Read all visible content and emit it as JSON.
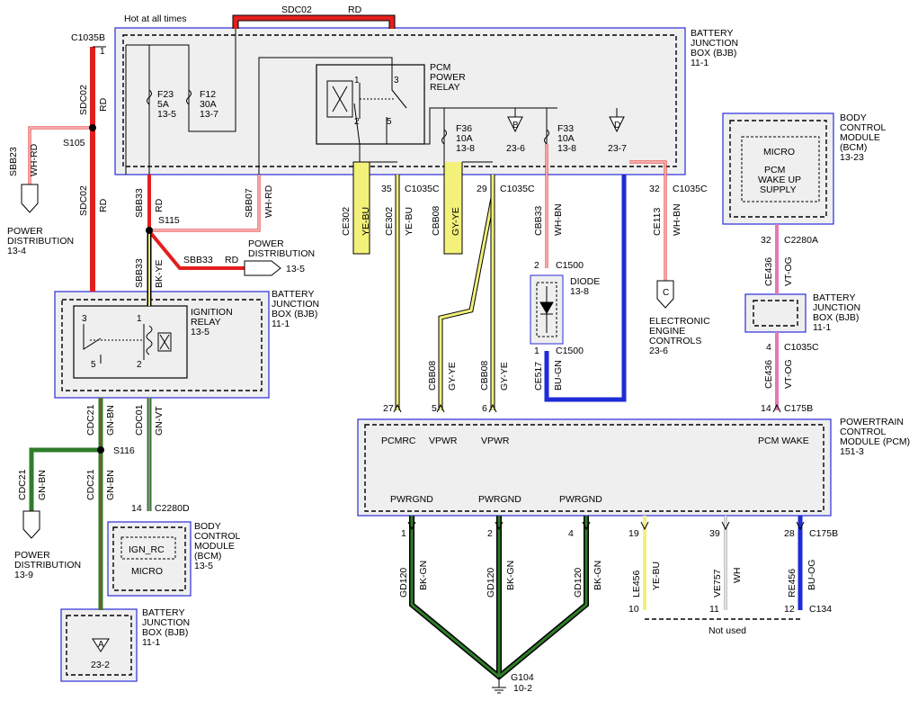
{
  "top": {
    "hot_at_all_times": "Hot at all times",
    "sdc02_top_code": "SDC02",
    "sdc02_top_color": "RD"
  },
  "bjb_main": {
    "name": [
      "BATTERY",
      "JUNCTION",
      "BOX (BJB)",
      "11-1"
    ],
    "connector": "C1035B",
    "pin": "1",
    "f23": [
      "F23",
      "5A",
      "13-5"
    ],
    "f12": [
      "F12",
      "30A",
      "13-7"
    ],
    "pcm_relay": [
      "PCM",
      "POWER",
      "RELAY"
    ],
    "relay_pins": [
      "1",
      "3",
      "2",
      "5"
    ],
    "f36": [
      "F36",
      "10A",
      "13-8"
    ],
    "f33": [
      "F33",
      "10A",
      "13-8"
    ],
    "ref_b": [
      "B",
      "23-6"
    ],
    "ref_d": [
      "D",
      "23-7"
    ],
    "c35": [
      "35",
      "C1035C"
    ],
    "c29": [
      "29",
      "C1035C"
    ],
    "c32": [
      "32",
      "C1035C"
    ]
  },
  "left_wires": {
    "sdc02_a": [
      "SDC02",
      "RD"
    ],
    "sdc02_b": [
      "SDC02",
      "RD"
    ],
    "s105": "S105",
    "sbb23": [
      "SBB23",
      "WH-RD"
    ],
    "pd_13_4": [
      "POWER",
      "DISTRIBUTION",
      "13-4"
    ],
    "sbb33_a": [
      "SBB33",
      "RD"
    ],
    "sbb07": [
      "SBB07",
      "WH-RD"
    ],
    "s115": "S115",
    "sbb33_b": [
      "SBB33",
      "BK-YE"
    ],
    "sbb33_c": [
      "SBB33",
      "RD"
    ],
    "pd_13_5": [
      "POWER",
      "DISTRIBUTION",
      "13-5"
    ]
  },
  "ign_box": {
    "name": [
      "BATTERY",
      "JUNCTION",
      "BOX (BJB)",
      "11-1"
    ],
    "relay": [
      "IGNITION",
      "RELAY",
      "13-5"
    ],
    "pins": [
      "3",
      "1",
      "5",
      "2"
    ]
  },
  "lower_left": {
    "cdc21_a": [
      "CDC21",
      "GN-BN"
    ],
    "s116": "S116",
    "cdc21_b": [
      "CDC21",
      "GN-BN"
    ],
    "cdc21_c": [
      "CDC21",
      "GN-BN"
    ],
    "pd_13_9": [
      "POWER",
      "DISTRIBUTION",
      "13-9"
    ],
    "cdc01": [
      "CDC01",
      "GN-VT"
    ],
    "c2280d": [
      "14",
      "C2280D"
    ],
    "bcm": [
      "BODY",
      "CONTROL",
      "MODULE",
      "(BCM)",
      "13-5"
    ],
    "ign_rc": "IGN_RC",
    "micro": "MICRO",
    "bjb_bottom": [
      "BATTERY",
      "JUNCTION",
      "BOX (BJB)",
      "11-1"
    ],
    "ref_a": [
      "A",
      "23-2"
    ]
  },
  "middle": {
    "ce302_a": [
      "CE302",
      "YE-BU"
    ],
    "ce302_b": [
      "CE302",
      "YE-BU"
    ],
    "cbb08_a": [
      "CBB08",
      "GY-YE"
    ],
    "cbb08_b": [
      "CBB08",
      "GY-YE"
    ],
    "cbb08_c": [
      "CBB08",
      "GY-YE"
    ],
    "cbb33": [
      "CBB33",
      "WH-BN"
    ],
    "c1500_top": [
      "2",
      "C1500"
    ],
    "diode": [
      "DIODE",
      "13-8"
    ],
    "c1500_bot": [
      "1",
      "C1500"
    ],
    "ce517": [
      "CE517",
      "BU-GN"
    ],
    "ce113": [
      "CE113",
      "WH-BN"
    ],
    "eec": [
      "ELECTRONIC",
      "ENGINE",
      "CONTROLS",
      "23-6"
    ],
    "ref_c": "C"
  },
  "right": {
    "bcm": [
      "BODY",
      "CONTROL",
      "MODULE",
      "(BCM)",
      "13-23"
    ],
    "micro": "MICRO",
    "pcm_wake_up": [
      "PCM",
      "WAKE UP",
      "SUPPLY"
    ],
    "c2280a": [
      "32",
      "C2280A"
    ],
    "ce436_a": [
      "CE436",
      "VT-OG"
    ],
    "bjb": [
      "BATTERY",
      "JUNCTION",
      "BOX (BJB)",
      "11-1"
    ],
    "c1035c": [
      "4",
      "C1035C"
    ],
    "ce436_b": [
      "CE436",
      "VT-OG"
    ],
    "c175b_top": [
      "14",
      "C175B"
    ]
  },
  "pcm": {
    "name": [
      "POWERTRAIN",
      "CONTROL",
      "MODULE (PCM)",
      "151-3"
    ],
    "pin_nums_top": [
      "27",
      "5",
      "6"
    ],
    "pcmrc": "PCMRC",
    "vpwr1": "VPWR",
    "vpwr2": "VPWR",
    "pcm_wake": "PCM WAKE",
    "pwrgnd1": "PWRGND",
    "pwrgnd2": "PWRGND",
    "pwrgnd3": "PWRGND",
    "pin_nums_bot": [
      "1",
      "2",
      "4",
      "19",
      "39",
      "28"
    ],
    "c175b_bot": "C175B"
  },
  "bottom": {
    "gd120_a": [
      "GD120",
      "BK-GN"
    ],
    "gd120_b": [
      "GD120",
      "BK-GN"
    ],
    "gd120_c": [
      "GD120",
      "BK-GN"
    ],
    "le456": [
      "LE456",
      "YE-BU"
    ],
    "ve757": [
      "VE757",
      "WH"
    ],
    "re456": [
      "RE456",
      "BU-OG"
    ],
    "c134_pins": [
      "10",
      "11",
      "12"
    ],
    "c134": "C134",
    "not_used": "Not used",
    "g104": [
      "G104",
      "10-2"
    ]
  },
  "colors": {
    "rd": "#e41e1e",
    "bk": "#000000",
    "wh": "#ffffff",
    "ye": "#f3f17a",
    "gy": "#9a9a9a",
    "gn": "#2f7d2a",
    "bu": "#1e2bd6",
    "vt": "#e777b6",
    "box_border": "#2b2bd9"
  }
}
